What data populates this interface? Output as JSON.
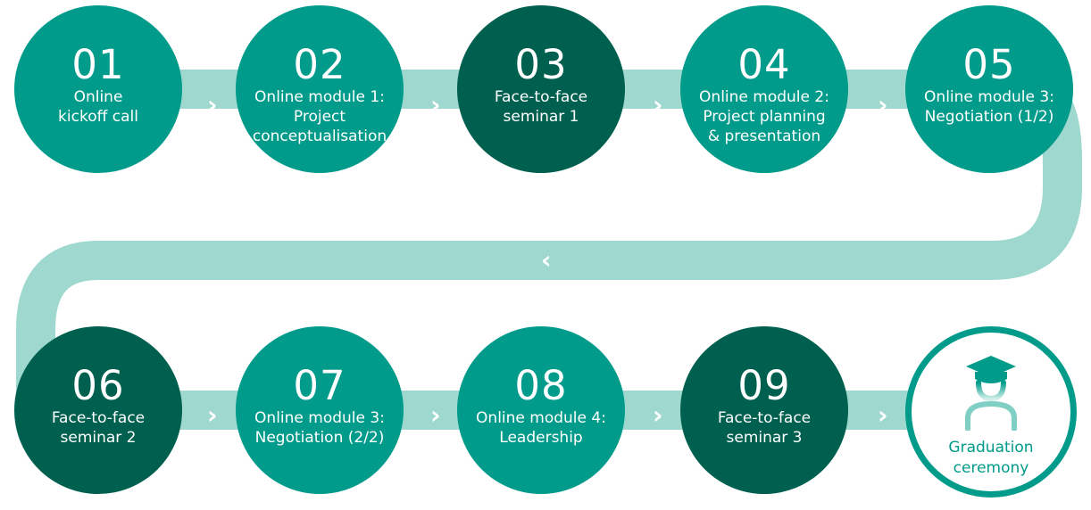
{
  "colors": {
    "teal": "#009b8a",
    "dark_green": "#00604f",
    "light_path": "#9fd8cf",
    "white": "#ffffff"
  },
  "steps": [
    {
      "number": "01",
      "label": "Online\nkickoff call",
      "color": "teal"
    },
    {
      "number": "02",
      "label": "Online module 1:\nProject\nconceptualisation",
      "color": "teal"
    },
    {
      "number": "03",
      "label": "Face-to-face\nseminar 1",
      "color": "dark_green"
    },
    {
      "number": "04",
      "label": "Online module 2:\nProject planning\n& presentation",
      "color": "teal"
    },
    {
      "number": "05",
      "label": "Online module 3:\nNegotiation (1/2)",
      "color": "teal"
    },
    {
      "number": "06",
      "label": "Face-to-face\nseminar 2",
      "color": "dark_green"
    },
    {
      "number": "07",
      "label": "Online module 3:\nNegotiation (2/2)",
      "color": "teal"
    },
    {
      "number": "08",
      "label": "Online module 4:\nLeadership",
      "color": "teal"
    },
    {
      "number": "09",
      "label": "Face-to-face\nseminar 3",
      "color": "dark_green"
    }
  ],
  "final_step": {
    "label": "Graduation\nceremony",
    "icon": "graduate-icon"
  },
  "arrows": {
    "forward": "›",
    "back": "‹"
  }
}
